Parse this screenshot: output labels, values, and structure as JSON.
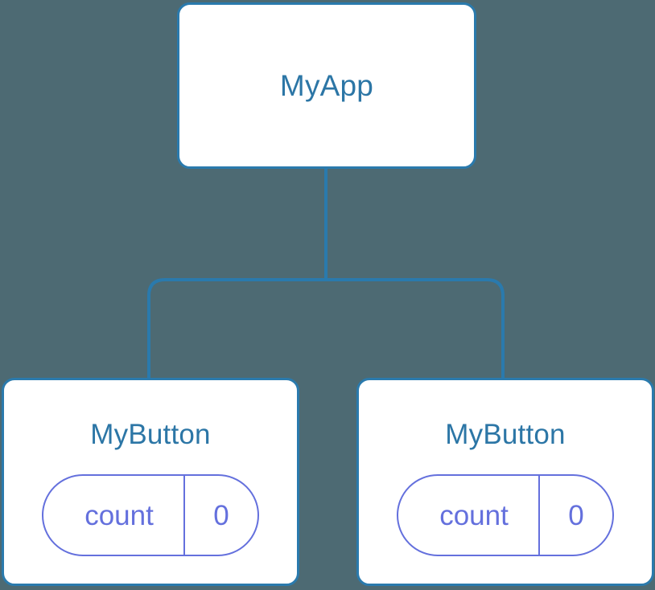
{
  "diagram": {
    "type": "component-tree",
    "background_color": "#4d6a73",
    "node_border_color": "#2a7aad",
    "node_text_color": "#2c76a6",
    "state_color": "#6470dd",
    "connector_color": "#2a7aad"
  },
  "root": {
    "label": "MyApp"
  },
  "children": [
    {
      "label": "MyButton",
      "state": {
        "key": "count",
        "value": "0"
      }
    },
    {
      "label": "MyButton",
      "state": {
        "key": "count",
        "value": "0"
      }
    }
  ]
}
